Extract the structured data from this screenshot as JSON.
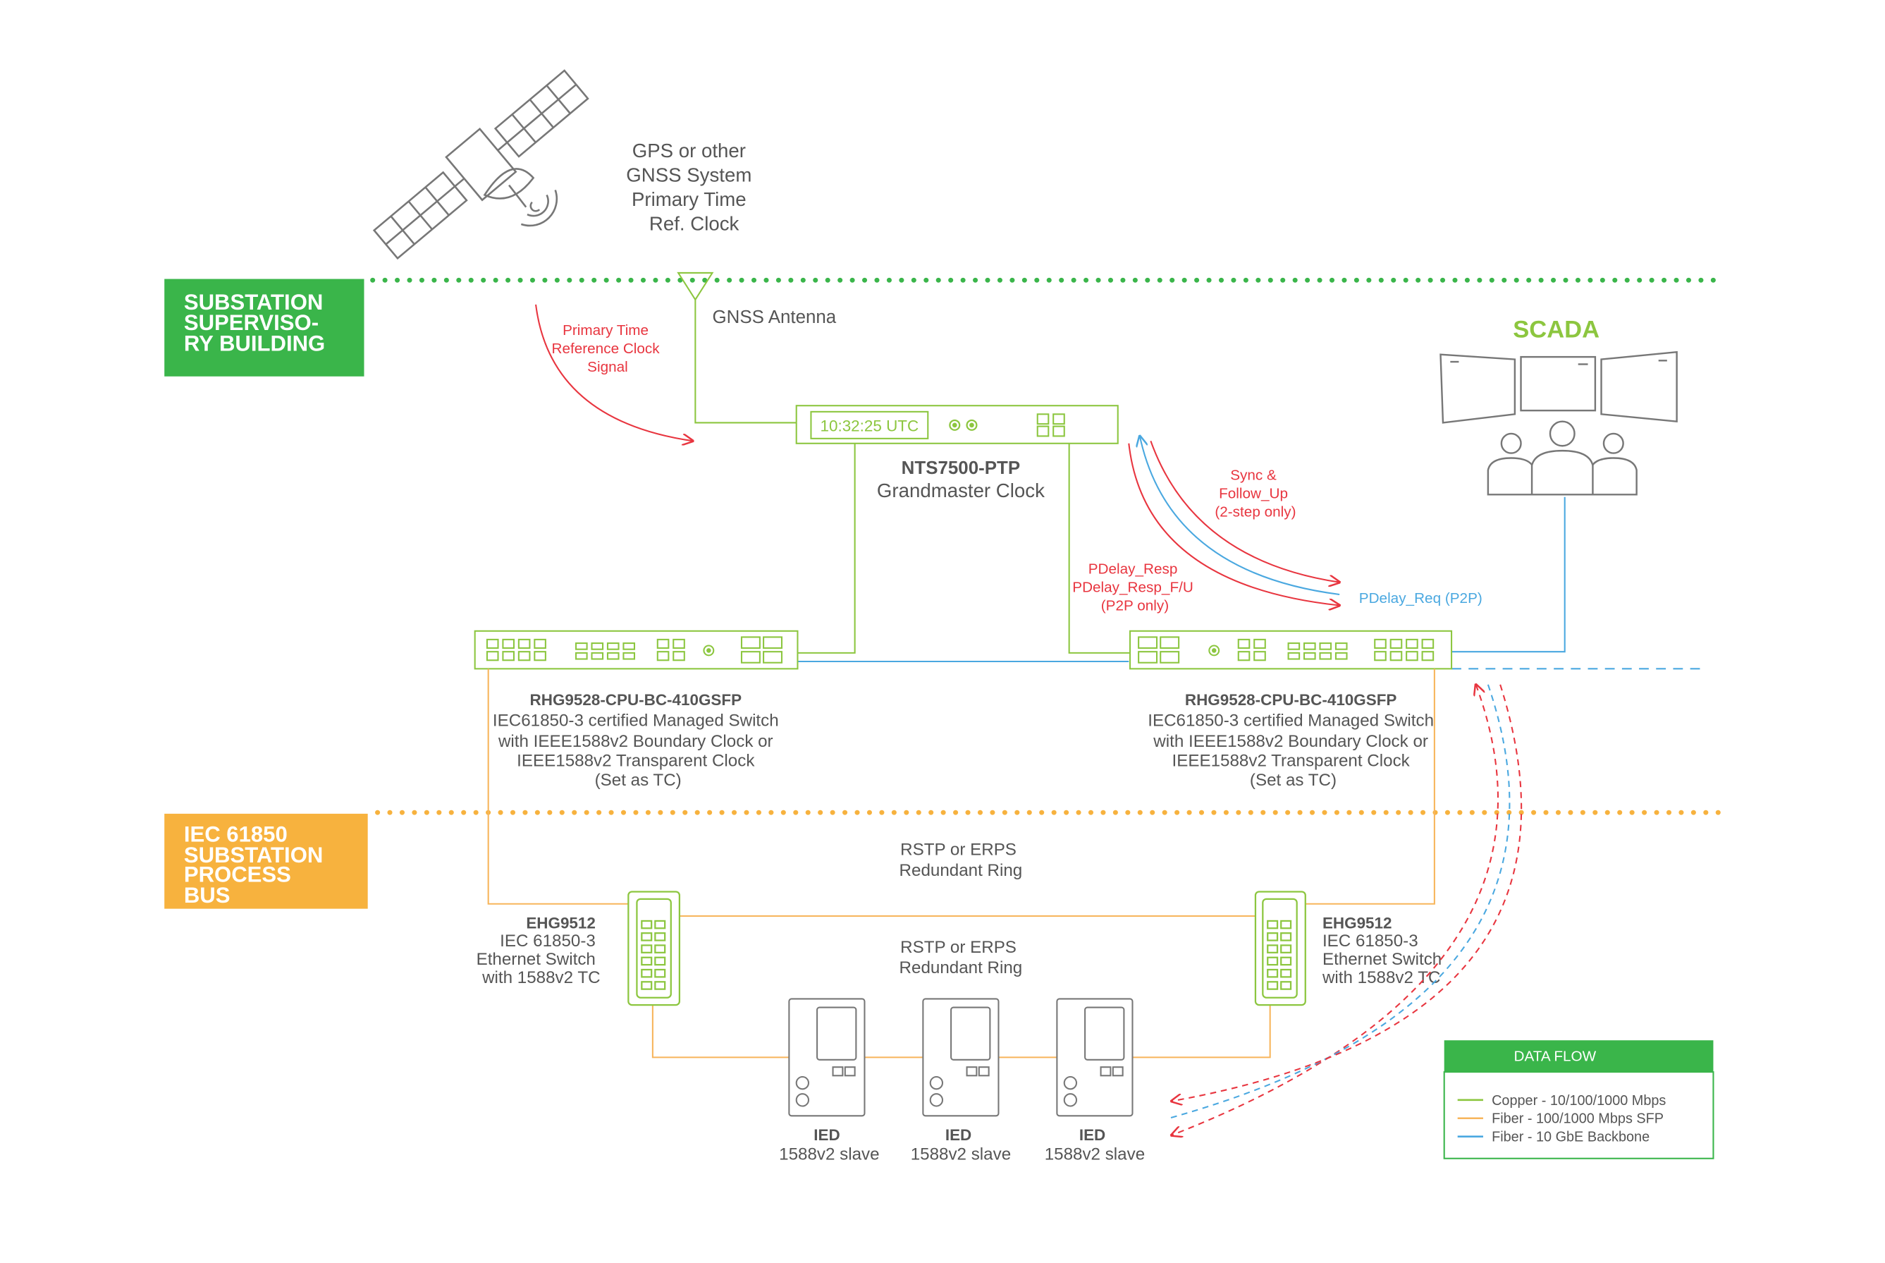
{
  "colors": {
    "copper": "#8cc63f",
    "fiber": "#f7b55b",
    "backbone": "#4aa8e0",
    "signal": "#e8353f",
    "zone_green": "#3ab54a",
    "zone_orange": "#f7b23e",
    "device_gray": "#777777"
  },
  "gnss": {
    "icon": "satellite-icon",
    "label_lines": [
      "GPS or other",
      "GNSS System",
      "Primary Time",
      "Ref. Clock"
    ],
    "antenna_label": "GNSS Antenna"
  },
  "zones": {
    "supervisory": {
      "lines": [
        "SUBSTATION",
        "SUPERVISO-",
        "RY BUILDING"
      ]
    },
    "process_bus": {
      "lines": [
        "IEC 61850",
        "SUBSTATION",
        "PROCESS",
        "BUS"
      ]
    }
  },
  "grandmaster": {
    "display_time": "10:32:25 UTC",
    "model": "NTS7500-PTP",
    "description": "Grandmaster Clock"
  },
  "signals": {
    "primary_ref_lines": [
      "Primary Time",
      "Reference Clock",
      "Signal"
    ],
    "sync_lines": [
      "Sync &",
      "Follow_Up",
      "(2-step only)"
    ],
    "pdelay_resp_lines": [
      "PDelay_Resp",
      "PDelay_Resp_F/U",
      "(P2P only)"
    ],
    "pdelay_req": "PDelay_Req (P2P)"
  },
  "scada": {
    "label": "SCADA",
    "icon": "scada-operators-icon"
  },
  "core_switches": [
    {
      "model": "RHG9528-CPU-BC-410GSFP",
      "description_lines": [
        "IEC61850-3 certified Managed Switch",
        "with IEEE1588v2 Boundary Clock or",
        "IEEE1588v2 Transparent Clock",
        "(Set as TC)"
      ]
    },
    {
      "model": "RHG9528-CPU-BC-410GSFP",
      "description_lines": [
        "IEC61850-3 certified Managed Switch",
        "with IEEE1588v2 Boundary Clock or",
        "IEEE1588v2 Transparent Clock",
        "(Set as TC)"
      ]
    }
  ],
  "rings": {
    "upper_lines": [
      "RSTP or ERPS",
      "Redundant Ring"
    ],
    "lower_lines": [
      "RSTP or ERPS",
      "Redundant Ring"
    ]
  },
  "edge_switches": [
    {
      "model": "EHG9512",
      "description_lines": [
        "IEC 61850-3",
        "Ethernet Switch",
        "with 1588v2 TC"
      ]
    },
    {
      "model": "EHG9512",
      "description_lines": [
        "IEC 61850-3",
        "Ethernet Switch",
        "with 1588v2 TC"
      ]
    }
  ],
  "ieds": [
    {
      "name": "IED",
      "role": "1588v2 slave"
    },
    {
      "name": "IED",
      "role": "1588v2 slave"
    },
    {
      "name": "IED",
      "role": "1588v2 slave"
    }
  ],
  "legend": {
    "title": "DATA FLOW",
    "items": [
      {
        "label": "Copper - 10/100/1000 Mbps",
        "color": "#8cc63f"
      },
      {
        "label": "Fiber - 100/1000 Mbps SFP",
        "color": "#f7b55b"
      },
      {
        "label": "Fiber - 10 GbE Backbone",
        "color": "#4aa8e0"
      }
    ]
  }
}
